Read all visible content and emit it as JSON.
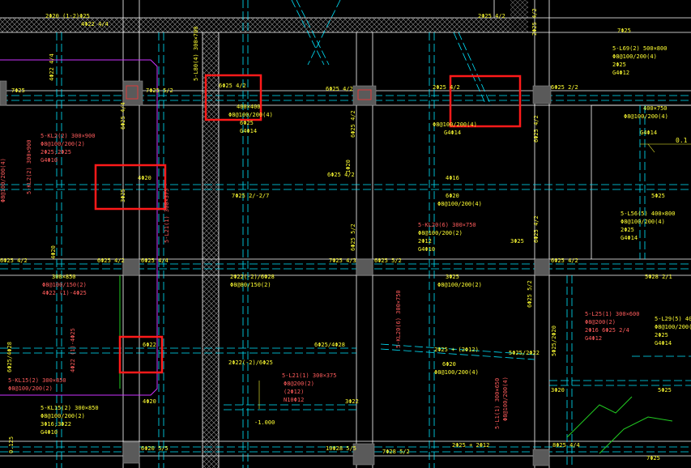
{
  "drawing": {
    "colors": {
      "background": "#000000",
      "axis_line": "#ffffff",
      "beam_line": "#00e5ff",
      "annotation": "#ffff33",
      "secondary_annotation": "#ff5c5c",
      "highlight_box": "#ff1a1a",
      "slab_outline": "#cc33ff",
      "column_fill": "#5a5a5a",
      "hatch": "#bbbbbb",
      "green_rebar": "#22cc22"
    }
  },
  "labels": {
    "top_left_1": "2Φ20 (1-2)Φ25",
    "top_left_2": "4Φ22 4/4",
    "top_mid_1": "5-L80(4) 300×700",
    "top_mid_2": "6Φ25 4/2",
    "top_center_1": "2Φ25 4/2",
    "top_center_2": "6Φ25 4/2",
    "top_right_1": "6Φ25 2/2",
    "top_right_2": "2Φ25 4/2",
    "beam_r1": "7Φ25",
    "beam_r2": "5-L69(2) 500×800",
    "beam_r3": "Φ8@100/200(4)",
    "beam_r4": "2Φ25",
    "beam_r5": "G4Φ12",
    "row1_a": "7Φ25",
    "row1_b": "7Φ25 5/2",
    "row1_c": "6Φ25 4/2",
    "row1_d": "2Φ25 4/2",
    "row1_e": "6Φ25 2/2",
    "mid_a": "400×400",
    "mid_b": "Φ8@100/200(4)",
    "mid_c": "6Φ25",
    "mid_d": "G4Φ14",
    "mid_e": "400×750",
    "mid_f": "Φ8@100/200(4)",
    "mid_g": "G4Φ14",
    "mid_h": "0.1",
    "left_1": "5-KL2(2) 300×900",
    "left_2": "Φ8@100/200(2)",
    "left_3": "2Φ25;2Φ25",
    "left_4": "G4Φ10",
    "row2_a": "4Φ20",
    "row2_b": "7Φ25 2/-2/7",
    "row2_c": "4Φ16",
    "row2_d": "6Φ20",
    "row2_e": "5-L56(5) 400×800",
    "row2_f": "Φ8@100/200(4)",
    "row2_g": "2Φ25",
    "row2_h": "G4Φ14",
    "row2_i": "5Φ25",
    "kl20_1": "5-KL20(6) 300×750",
    "kl20_2": "Φ8@100/200(2)",
    "kl20_3": "2Φ12",
    "kl20_4": "G4Φ10",
    "row3_a": "6Φ25 4/2",
    "row3_b": "6Φ25 4/2",
    "row3_c": "6Φ25 4/4",
    "row3_d": "7Φ25 4/3",
    "row3_e": "6Φ25 5/2",
    "row3_f": "6Φ25 4/2",
    "row3_g": "5Φ28 2/1",
    "row4_a": "300×850",
    "row4_b": "Φ8@100/150(2)",
    "row4_c": "4Φ22 (1)-4Φ25",
    "row4_d": "2Φ22(-2)/6Φ28",
    "row4_e": "Φ8@80/150(2)",
    "row4_f": "3Φ25",
    "row4_g": "Φ8@100/200(2)",
    "row4_h": "6Φ25",
    "l25_1": "5-L25(1) 300×600",
    "l25_2": "Φ8@200(2)",
    "l25_3": "2Φ16 6Φ25 2/4",
    "l25_4": "G4Φ12",
    "l29_1": "5-L29(5) 400×800",
    "l29_2": "Φ8@100/200(4)",
    "l29_3": "2Φ25",
    "l29_4": "G4Φ14",
    "row5_a": "6Φ22",
    "row5_b": "6Φ25/4Φ28",
    "row5_c": "2Φ25 + (2Φ12)",
    "row5_d": "5Φ25/2Φ22",
    "row6_a": "2Φ22(-2)/6Φ25",
    "row6_b": "6Φ20",
    "row6_c": "Φ8@100/200(4)",
    "l21_1": "5-L21(1) 300×375",
    "l21_2": "Φ8@200(2)",
    "l21_3": "(2Φ12)",
    "l21_4": "N10Φ12",
    "l21_5": "3Φ22",
    "kl15_1": "5-KL15(2) 300×850",
    "kl15_2": "Φ8@100/200(2)",
    "kl15_3": "3Φ16;3Φ22",
    "kl15_4": "G4Φ10",
    "bot_a": "4Φ20",
    "bot_b": "6Φ20 5/5",
    "bot_c": "10Φ28 5/5",
    "bot_d": "7Φ28 5/2",
    "bot_e": "2Φ25 + 2Φ12",
    "bot_f": "8Φ25 4/4",
    "bot_g": "7Φ25",
    "bot_h": "3Φ20",
    "bot_i": "5Φ25",
    "elev_1": "0.125",
    "elev_2": "-1.000",
    "left_red_1": "5-L1(1) 300×650",
    "left_red_2": "Φ8@100/200(4)",
    "dims_1": "6Φ25 4/2",
    "dims_2": "1Φ20",
    "dims_3": "5Φ25/2Φ20",
    "dims_4": "3Φ25",
    "dims_5": "3Φ25"
  }
}
